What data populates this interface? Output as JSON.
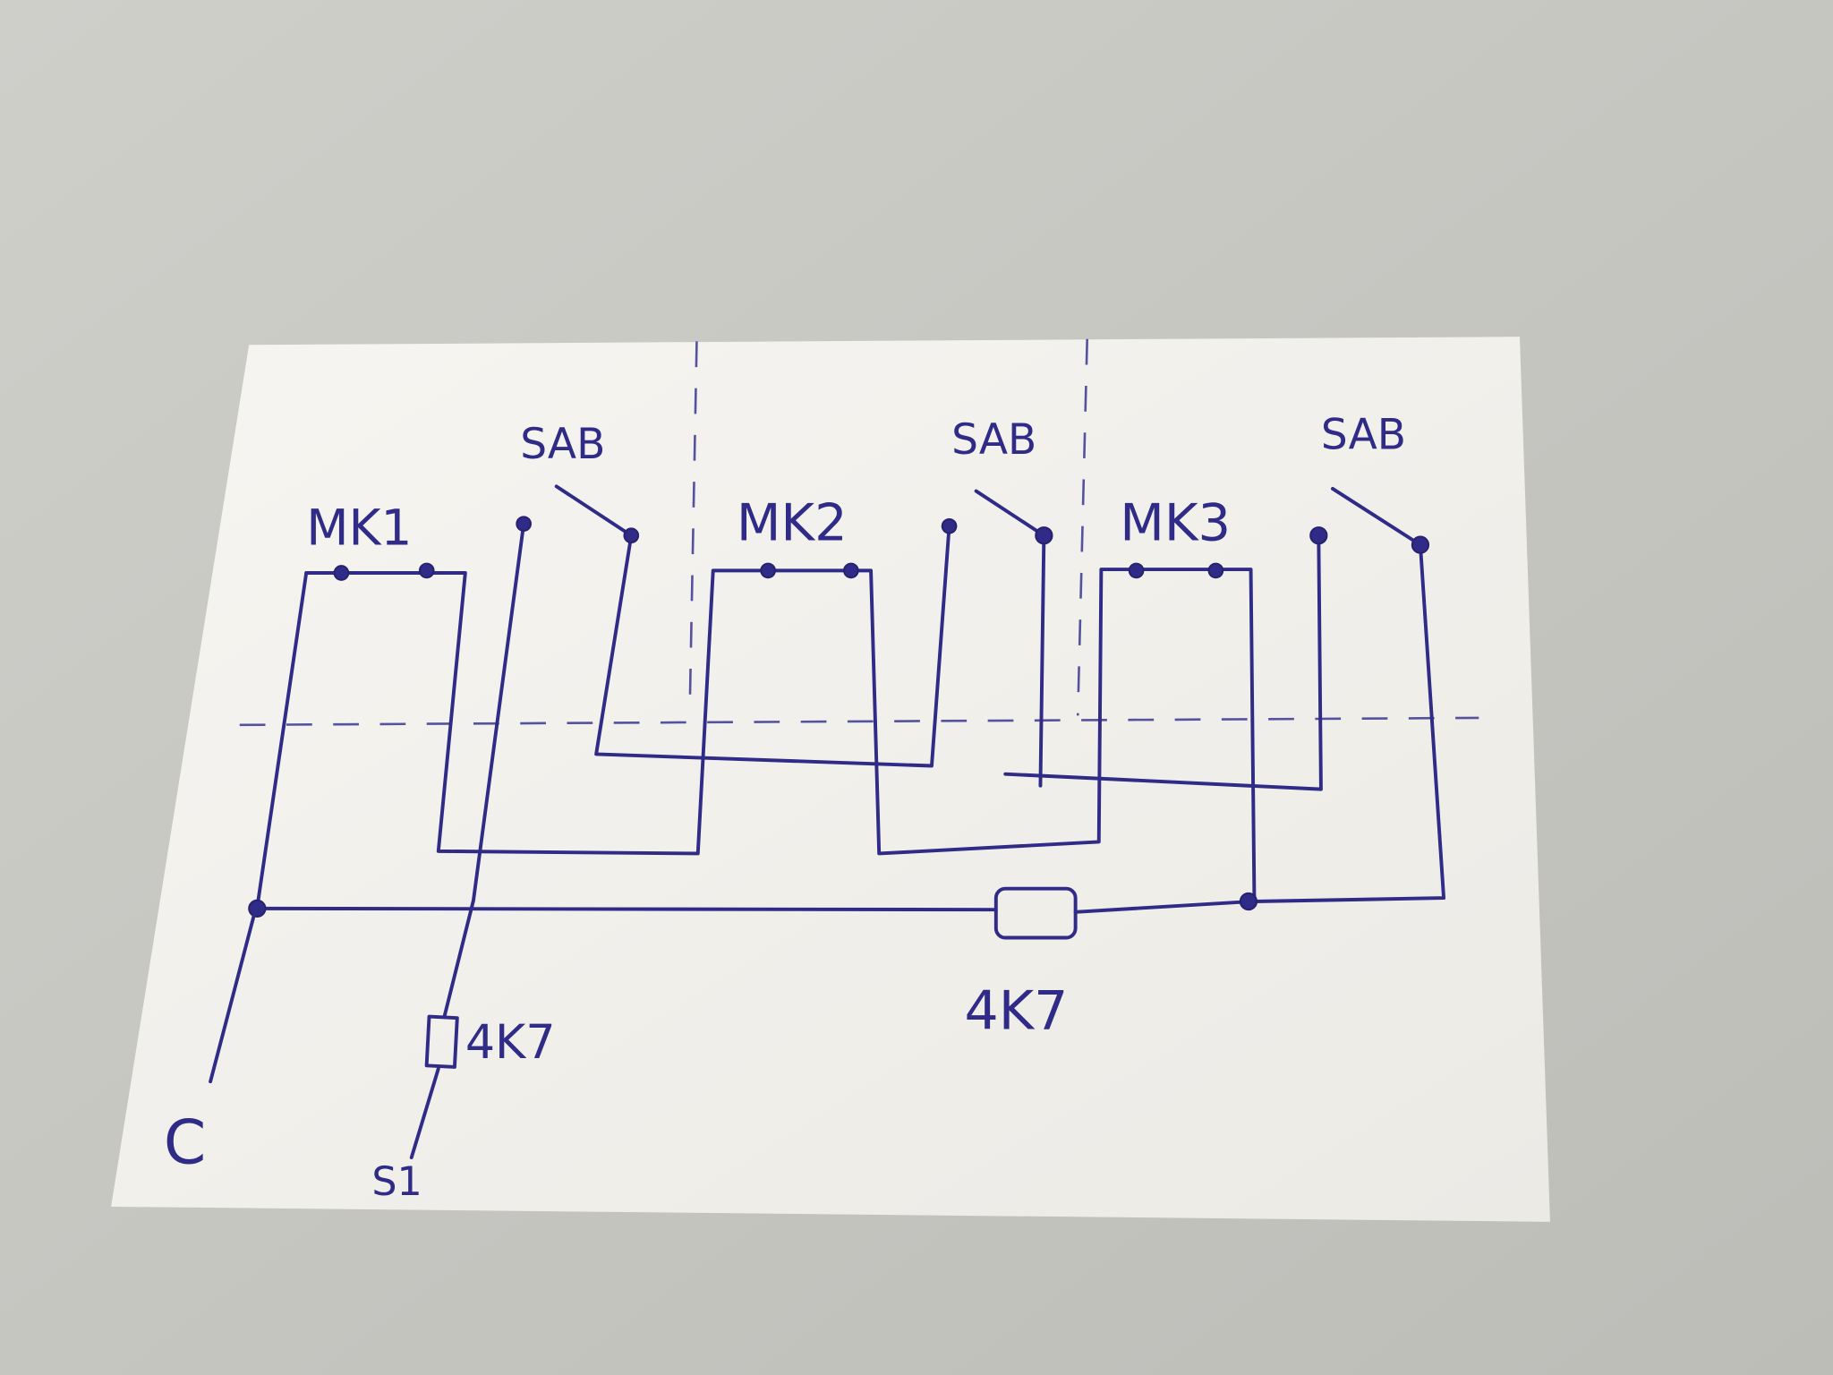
{
  "diagram": {
    "modules": [
      {
        "label": "MK1"
      },
      {
        "label": "MK2"
      },
      {
        "label": "MK3"
      }
    ],
    "switches": [
      {
        "label": "SAB"
      },
      {
        "label": "SAB"
      },
      {
        "label": "SAB"
      }
    ],
    "resistors": [
      {
        "label": "4K7"
      },
      {
        "label": "4K7"
      }
    ],
    "terminals": {
      "common": "C",
      "signal": "S1"
    },
    "ink_color": "#2f2b86",
    "paper_color": "#f3f2ee"
  }
}
